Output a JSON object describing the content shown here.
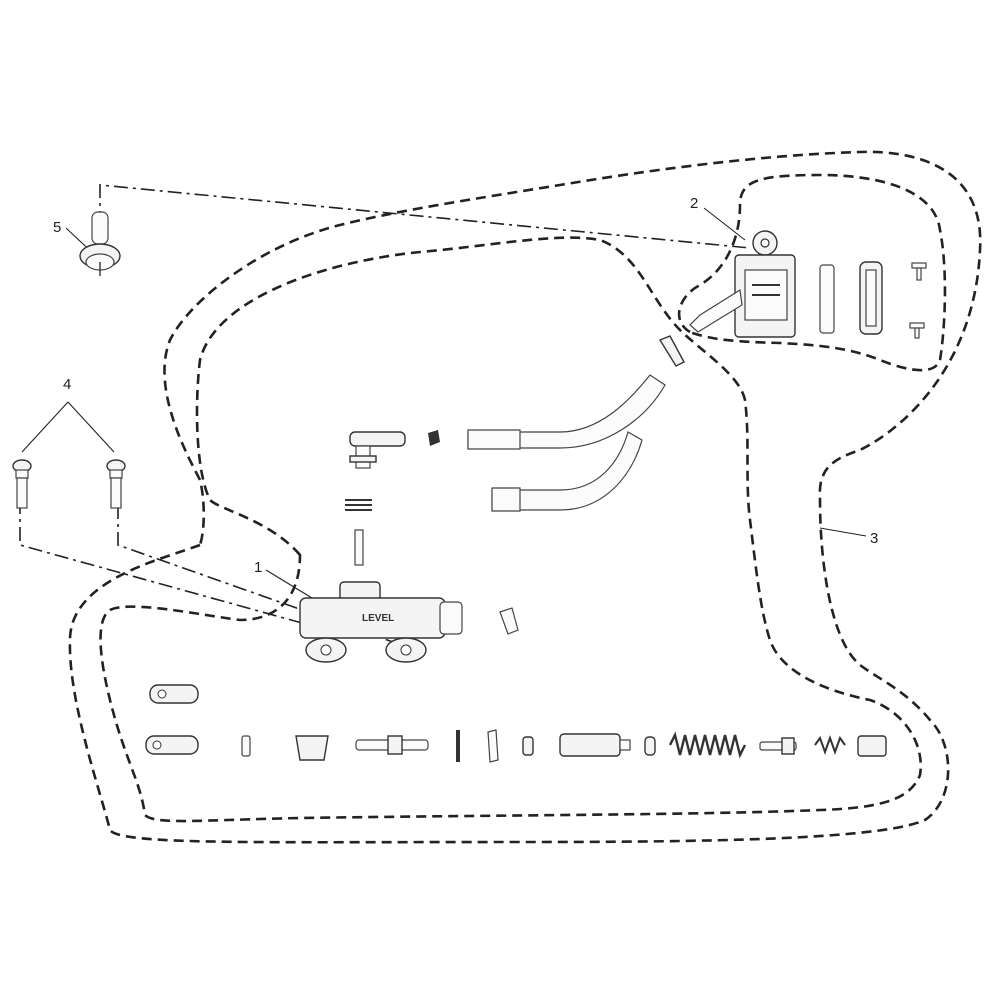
{
  "callouts": [
    {
      "id": "1",
      "label": "1"
    },
    {
      "id": "2",
      "label": "2"
    },
    {
      "id": "3",
      "label": "3"
    },
    {
      "id": "4",
      "label": "4"
    },
    {
      "id": "5",
      "label": "5"
    }
  ],
  "body_marking": "LEVEL"
}
